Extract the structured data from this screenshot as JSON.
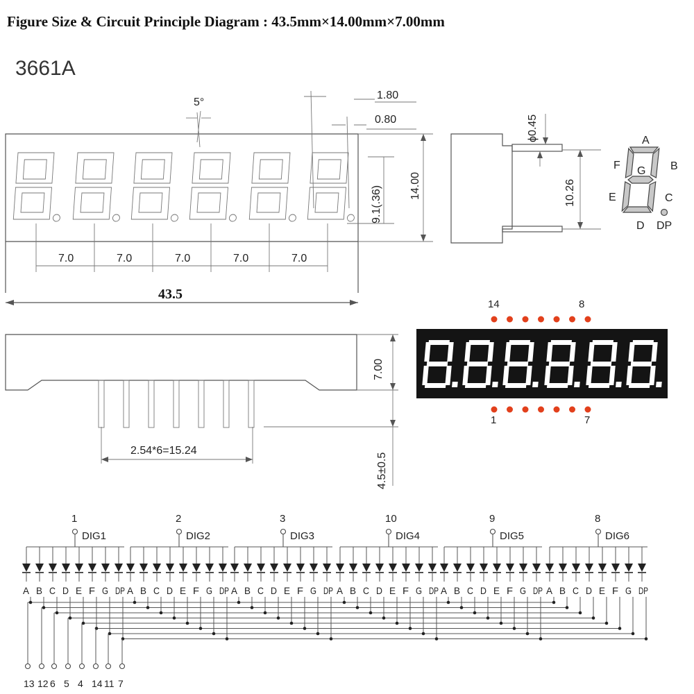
{
  "header": {
    "title": "Figure Size & Circuit Principle Diagram : 43.5mm×14.00mm×7.00mm",
    "model": "3661A"
  },
  "front_view": {
    "angle": "5°",
    "dim_top1": "1.80",
    "dim_top2": "0.80",
    "digit_height": "9.1(.36)",
    "height": "14.00",
    "pitch": [
      "7.0",
      "7.0",
      "7.0",
      "7.0",
      "7.0"
    ],
    "width": "43.5"
  },
  "side_view": {
    "pin_diameter": "ϕ0.45",
    "pin_span": "10.26"
  },
  "segment_legend": [
    "A",
    "B",
    "C",
    "D",
    "E",
    "F",
    "G",
    "DP"
  ],
  "bottom_view": {
    "depth": "7.00",
    "pin_length": "4.5±0.5",
    "pin_spacing": "2.54*6=15.24"
  },
  "pin_map": {
    "top_first": "14",
    "top_last": "8",
    "bottom_first": "1",
    "bottom_last": "7"
  },
  "circuit": {
    "digits": [
      {
        "pin": "1",
        "label": "DIG1"
      },
      {
        "pin": "2",
        "label": "DIG2"
      },
      {
        "pin": "3",
        "label": "DIG3"
      },
      {
        "pin": "10",
        "label": "DIG4"
      },
      {
        "pin": "9",
        "label": "DIG5"
      },
      {
        "pin": "8",
        "label": "DIG6"
      }
    ],
    "segments": [
      "A",
      "B",
      "C",
      "D",
      "E",
      "F",
      "G",
      "DP"
    ],
    "segment_pins": [
      "13",
      "12",
      "6",
      "5",
      "4",
      "14",
      "11",
      "7"
    ]
  },
  "colors": {
    "led_bg": "#141414",
    "led_seg": "#ffffff",
    "pin_dot": "#e2401c",
    "line": "#555555"
  }
}
